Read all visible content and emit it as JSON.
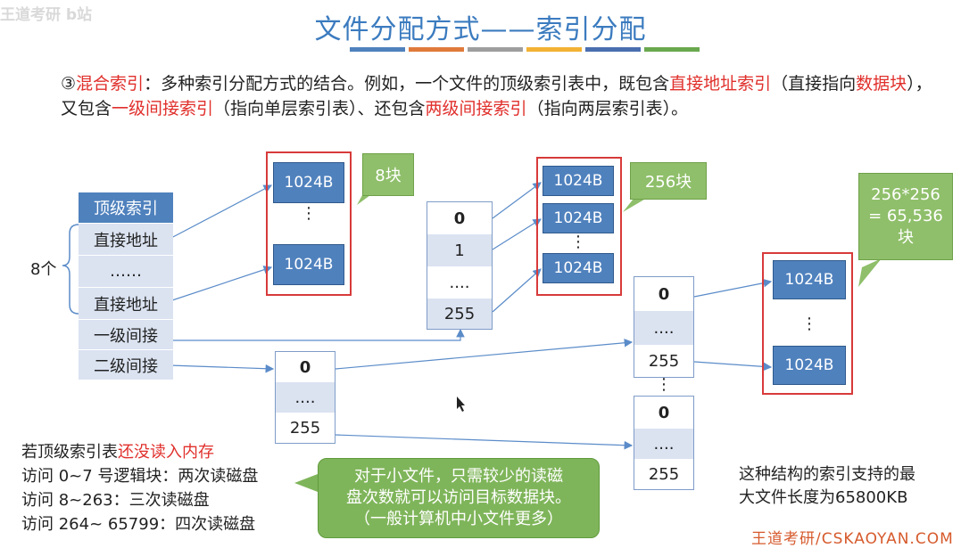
{
  "header": {
    "logo_text": "王道考研 b站",
    "title": "文件分配方式——索引分配",
    "accent_colors": [
      "#4f81bd",
      "#e07a3b",
      "#9e9e9e",
      "#f2b233",
      "#4a6fb0",
      "#6aa84f"
    ]
  },
  "description": {
    "prefix": "③",
    "term": "混合索引",
    "text1": "：多种索引分配方式的结合。例如，一个文件的顶级索引表中，既包含",
    "direct": "直接地址索引",
    "text2": "（直接指向",
    "data_block": "数据块",
    "text3": "），又包含",
    "single": "一级间接索引",
    "text4": "（指向单层索引表）、还包含",
    "double": "两级间接索引",
    "text5": "（指向两层索引表）。"
  },
  "top_index": {
    "header": "顶级索引",
    "rows": [
      "直接地址",
      "……",
      "直接地址",
      "一级间接",
      "二级间接"
    ],
    "brace_label": "8个"
  },
  "direct_blocks": {
    "blocks": [
      "1024B",
      "1024B"
    ],
    "dots": "⋮",
    "callout": "8块"
  },
  "single_index_table": {
    "rows": [
      "0",
      "1",
      "....",
      "255"
    ]
  },
  "single_blocks": {
    "blocks": [
      "1024B",
      "1024B",
      "1024B"
    ],
    "dots": "⋮",
    "callout": "256块"
  },
  "double_first_table": {
    "rows": [
      "0",
      "....",
      "255"
    ]
  },
  "double_second_tables": {
    "upper": [
      "0",
      "....",
      "255"
    ],
    "lower": [
      "0",
      "....",
      "255"
    ],
    "dots": "⋮"
  },
  "double_blocks": {
    "blocks": [
      "1024B",
      "1024B"
    ],
    "dots": "⋮",
    "callout": "256*256 = 65,536 块"
  },
  "notes": {
    "line1_prefix": "若顶级索引表",
    "line1_highlight": "还没读入内存",
    "line2": "访问 0~7 号逻辑块：两次读磁盘",
    "line3": "访问 8~263：三次读磁盘",
    "line4": "访问 264~ 65799：四次读磁盘"
  },
  "bottom_callout": {
    "line1": "对于小文件，只需较少的读磁",
    "line2": "盘次数就可以访问目标数据块。",
    "line3": "（一般计算机中小文件更多）"
  },
  "conclusion": {
    "line1": "这种结构的索引支持的最",
    "line2": "大文件长度为65800KB"
  },
  "footer": {
    "text": "王道考研/CSKAOYAN.COM"
  }
}
